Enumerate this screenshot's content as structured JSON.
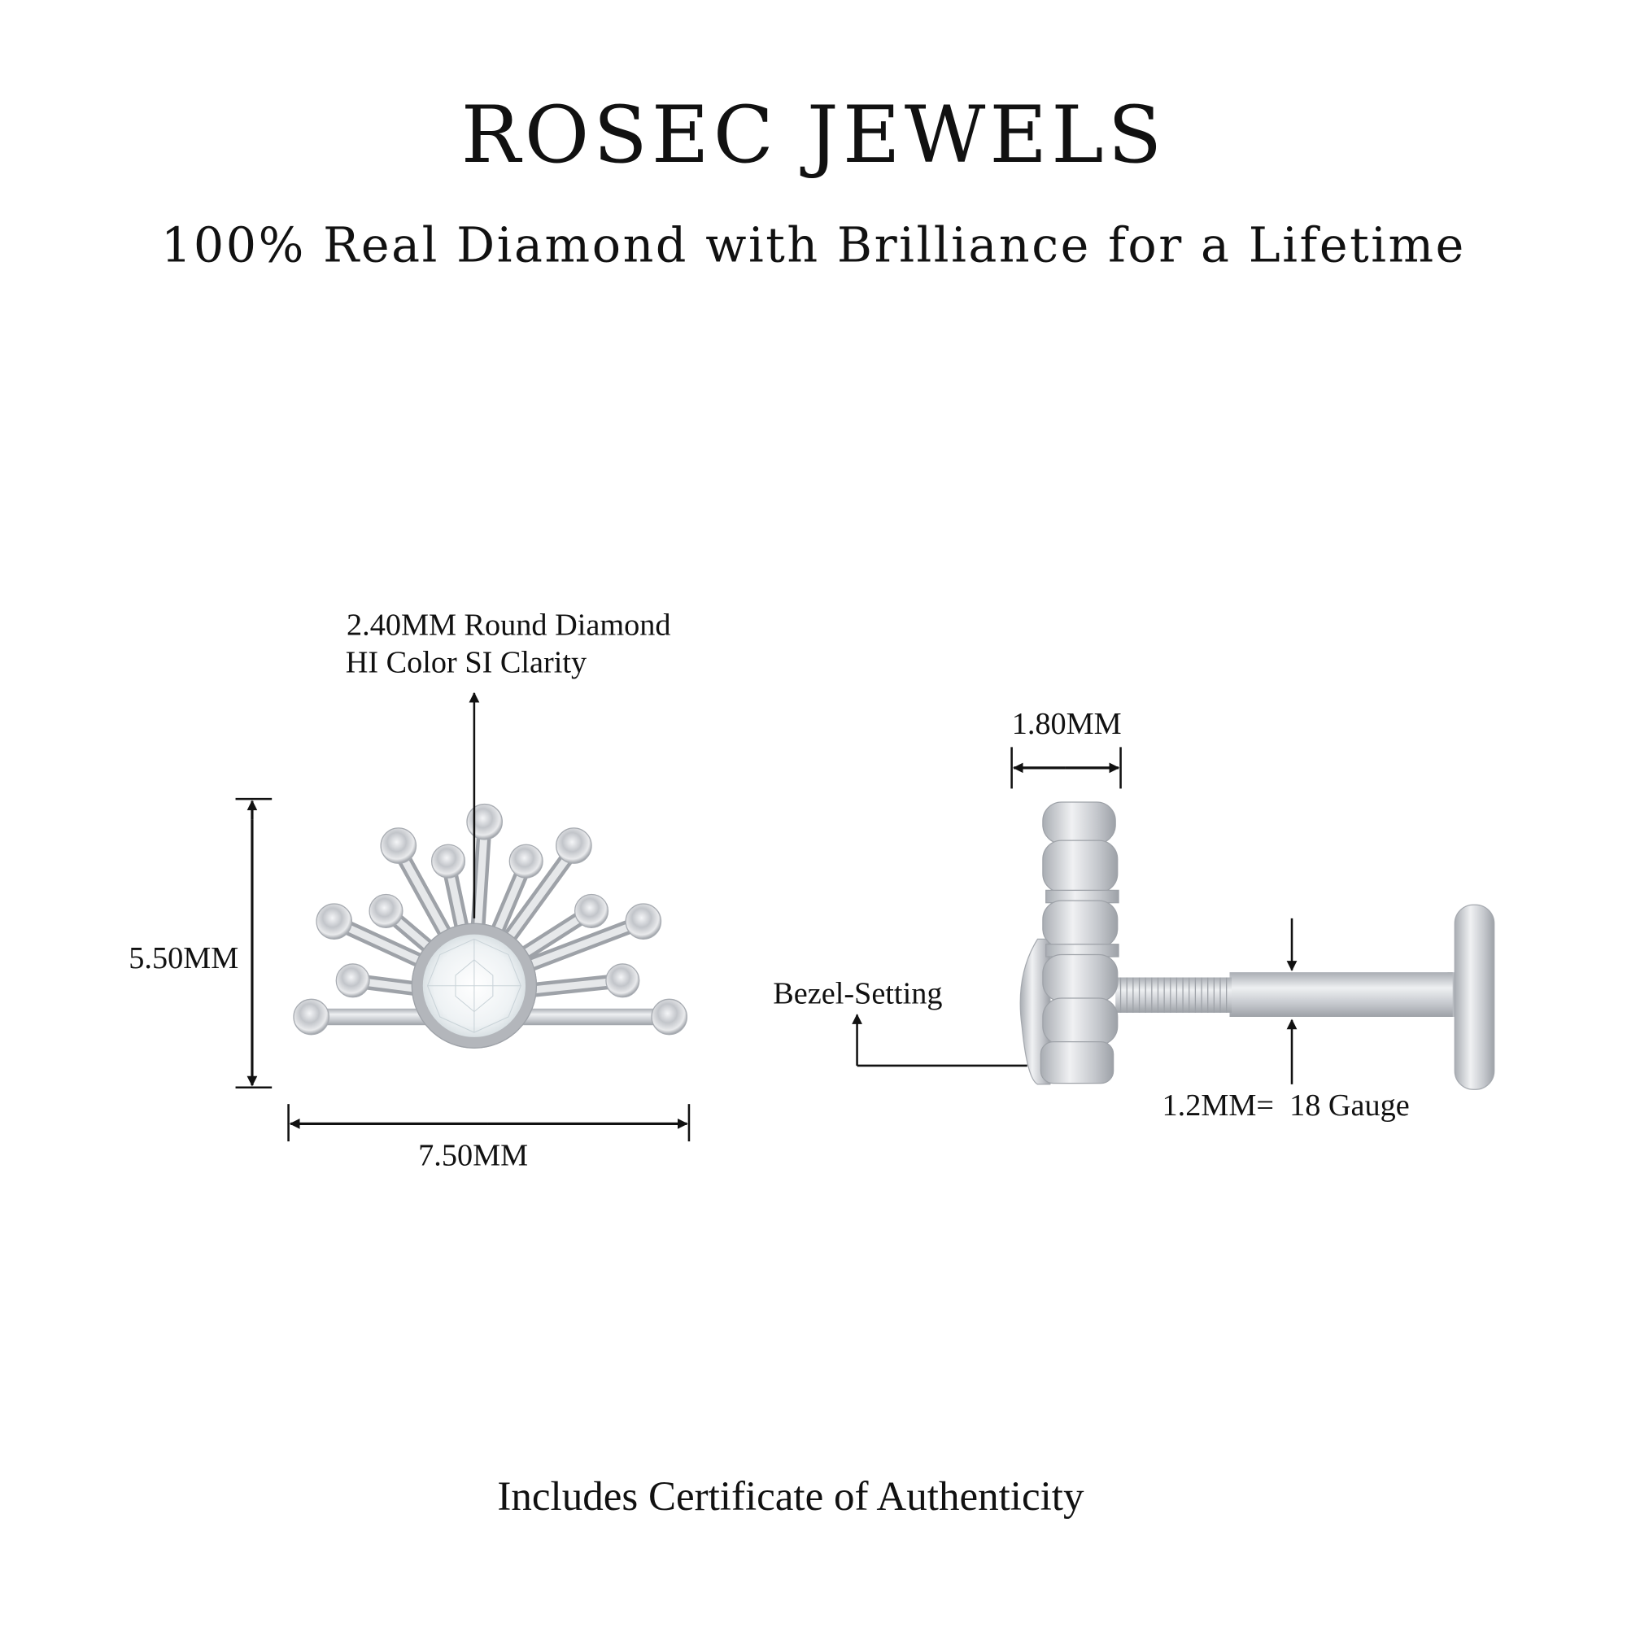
{
  "header": {
    "brand": "ROSEC JEWELS",
    "tagline": "100% Real Diamond with Brilliance for a Lifetime"
  },
  "front_view": {
    "diamond_label_line1": "2.40MM Round Diamond",
    "diamond_label_line2": "HI Color SI Clarity",
    "height_label": "5.50MM",
    "width_label": "7.50MM"
  },
  "side_view": {
    "depth_label": "1.80MM",
    "setting_label": "Bezel-Setting",
    "gauge_label": "1.2MM=  18 Gauge"
  },
  "footer": {
    "certificate_text": "Includes Certificate of Authenticity"
  },
  "colors": {
    "metal": "#c9ccd1",
    "text": "#111111"
  }
}
